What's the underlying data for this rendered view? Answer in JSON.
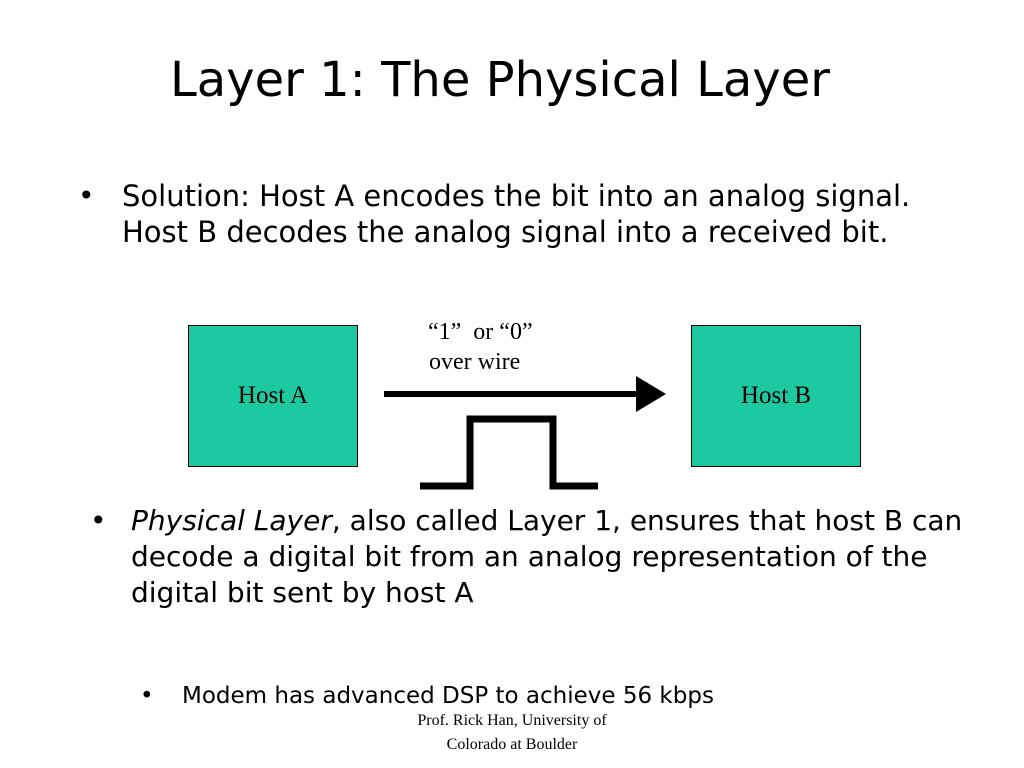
{
  "slide": {
    "title": "Layer 1: The Physical Layer",
    "bullet_glyph": "•",
    "bullet_1": {
      "text": "Solution: Host A encodes the bit into an analog signal.  Host B decodes the analog signal into a received bit."
    },
    "diagram": {
      "host_a": "Host A",
      "host_b": "Host B",
      "wire_label_line1": "“1”  or “0”",
      "wire_label_line2": "over wire",
      "box_color": "#1cc9a0"
    },
    "bullet_2": {
      "italic": "Physical Layer",
      "rest": ", also called Layer 1, ensures that host B can decode a digital bit from an analog representation of the digital bit sent by host A"
    },
    "bullet_3": {
      "text": "Modem has advanced DSP to achieve 56 kbps"
    },
    "footer": {
      "line1": "Prof. Rick Han, University of",
      "line2": "Colorado at Boulder"
    }
  }
}
